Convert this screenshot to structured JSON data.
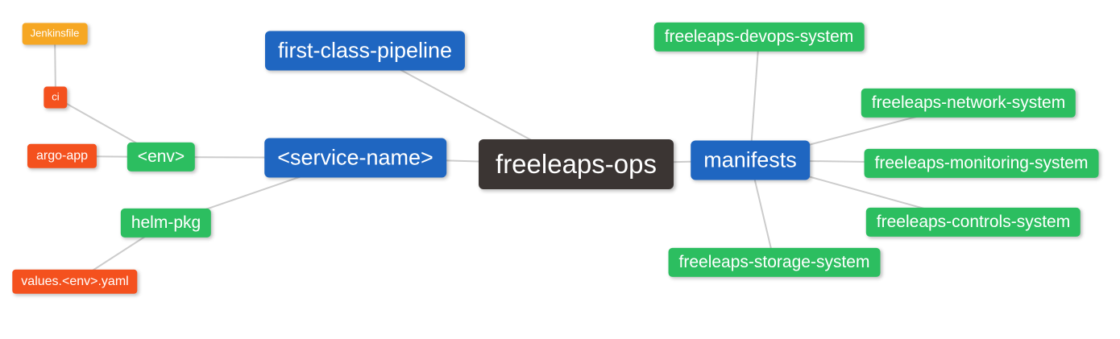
{
  "diagram": {
    "title": "freeleaps-ops mind map",
    "background_color": "#FFFFFF",
    "edge_color": "#CCCCCC",
    "text_color": "#FFFFFF",
    "palette": {
      "blue": "#1F66C1",
      "green": "#2CBE60",
      "orange": "#F6A723",
      "red": "#F4511E",
      "dark": "#3B3533"
    },
    "nodes": [
      {
        "id": "jenkinsfile",
        "label": "Jenkinsfile",
        "color": "orange",
        "size": "xs"
      },
      {
        "id": "ci",
        "label": "ci",
        "color": "red",
        "size": "xs"
      },
      {
        "id": "argo-app",
        "label": "argo-app",
        "color": "red",
        "size": "sm"
      },
      {
        "id": "env",
        "label": "<env>",
        "color": "green",
        "size": "md"
      },
      {
        "id": "helm-pkg",
        "label": "helm-pkg",
        "color": "green",
        "size": "md"
      },
      {
        "id": "values-env-yaml",
        "label": "values.<env>.yaml",
        "color": "red",
        "size": "sm"
      },
      {
        "id": "first-class-pipeline",
        "label": "first-class-pipeline",
        "color": "blue",
        "size": "lg"
      },
      {
        "id": "service-name",
        "label": "<service-name>",
        "color": "blue",
        "size": "lg"
      },
      {
        "id": "freeleaps-ops",
        "label": "freeleaps-ops",
        "color": "dark",
        "size": "xl"
      },
      {
        "id": "manifests",
        "label": "manifests",
        "color": "blue",
        "size": "lg"
      },
      {
        "id": "freeleaps-devops-system",
        "label": "freeleaps-devops-system",
        "color": "green",
        "size": "md"
      },
      {
        "id": "freeleaps-network-system",
        "label": "freeleaps-network-system",
        "color": "green",
        "size": "md"
      },
      {
        "id": "freeleaps-monitoring-system",
        "label": "freeleaps-monitoring-system",
        "color": "green",
        "size": "md"
      },
      {
        "id": "freeleaps-controls-system",
        "label": "freeleaps-controls-system",
        "color": "green",
        "size": "md"
      },
      {
        "id": "freeleaps-storage-system",
        "label": "freeleaps-storage-system",
        "color": "green",
        "size": "md"
      }
    ],
    "edges": [
      [
        "jenkinsfile",
        "ci"
      ],
      [
        "ci",
        "env"
      ],
      [
        "argo-app",
        "env"
      ],
      [
        "env",
        "service-name"
      ],
      [
        "helm-pkg",
        "service-name"
      ],
      [
        "values-env-yaml",
        "helm-pkg"
      ],
      [
        "first-class-pipeline",
        "freeleaps-ops"
      ],
      [
        "service-name",
        "freeleaps-ops"
      ],
      [
        "freeleaps-ops",
        "manifests"
      ],
      [
        "manifests",
        "freeleaps-devops-system"
      ],
      [
        "manifests",
        "freeleaps-network-system"
      ],
      [
        "manifests",
        "freeleaps-monitoring-system"
      ],
      [
        "manifests",
        "freeleaps-controls-system"
      ],
      [
        "manifests",
        "freeleaps-storage-system"
      ]
    ]
  }
}
